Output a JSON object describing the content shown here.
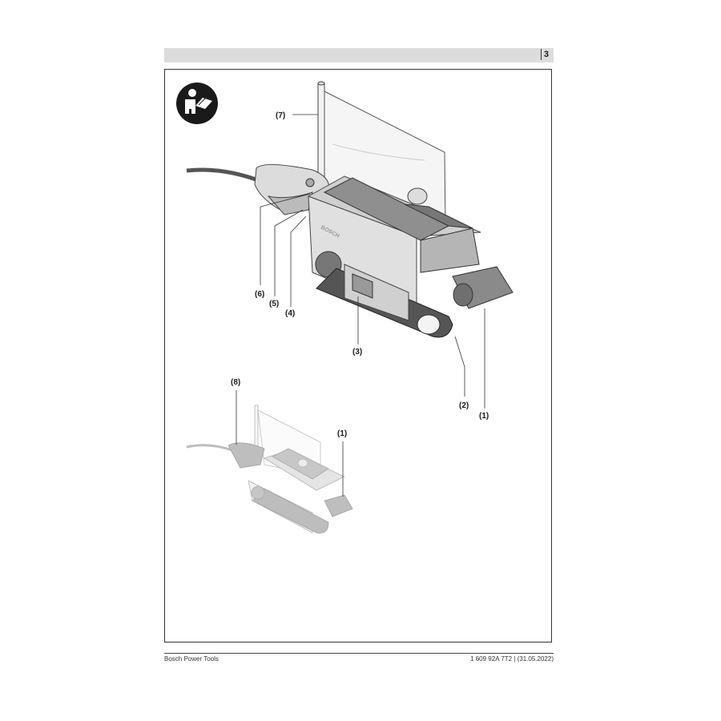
{
  "header": {
    "page_number": "3"
  },
  "icons": {
    "manual_icon": "read-manual-icon"
  },
  "figure_main": {
    "brand": "BOSCH",
    "labels": [
      "(7)",
      "(6)",
      "(5)",
      "(4)",
      "(3)",
      "(2)",
      "(1)"
    ]
  },
  "figure_small": {
    "labels": [
      "(8)",
      "(1)"
    ]
  },
  "footer": {
    "left": "Bosch Power Tools",
    "right": "1 609 92A 7T2 | (31.05.2022)"
  },
  "colors": {
    "header_bar": "#dcdcdc",
    "frame": "#333333",
    "accent_grey": "#8a8a8a"
  }
}
